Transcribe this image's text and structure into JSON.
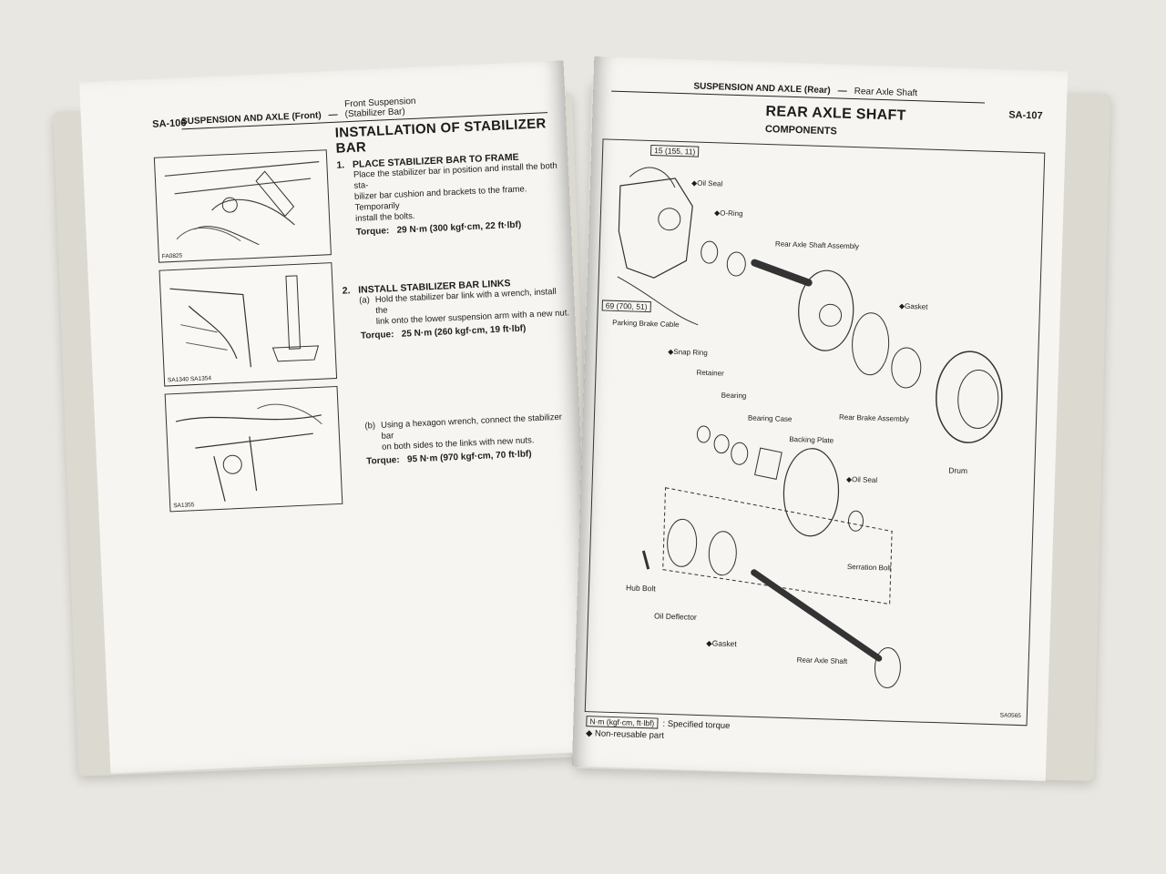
{
  "left_page": {
    "page_number": "SA-106",
    "header": {
      "section": "SUSPENSION AND AXLE (Front)",
      "dash": "—",
      "sub1": "Front Suspension",
      "sub2": "(Stabilizer Bar)"
    },
    "title": "INSTALLATION OF STABILIZER BAR",
    "step1": {
      "num": "1.",
      "title": "PLACE STABILIZER BAR TO FRAME",
      "line1": "Place the stabilizer bar in position and install the both sta-",
      "line2": "bilizer bar cushion and brackets to the frame. Temporarily",
      "line3": "install the bolts.",
      "torque_label": "Torque:",
      "torque_value": "29 N·m (300 kgf·cm, 22 ft·lbf)"
    },
    "step2": {
      "num": "2.",
      "title": "INSTALL STABILIZER BAR LINKS",
      "a_label": "(a)",
      "a_line1": "Hold the stabilizer bar link with a wrench, install the",
      "a_line2": "link onto the lower suspension arm with a new nut.",
      "a_torque_label": "Torque:",
      "a_torque_value": "25 N·m (260 kgf·cm, 19 ft·lbf)",
      "b_label": "(b)",
      "b_line1": "Using a hexagon wrench, connect the stabilizer bar",
      "b_line2": "on both sides to the links with new nuts.",
      "b_torque_label": "Torque:",
      "b_torque_value": "95 N·m (970 kgf·cm, 70 ft·lbf)"
    },
    "figures": [
      "FA0825",
      "SA1340 SA1354",
      "SA1355"
    ]
  },
  "right_page": {
    "page_number": "SA-107",
    "header": {
      "section": "SUSPENSION AND AXLE (Rear)",
      "dash": "—",
      "sub": "Rear Axle Shaft"
    },
    "title": "REAR AXLE SHAFT",
    "subtitle": "COMPONENTS",
    "labels": {
      "torque1": "15 (155, 11)",
      "torque2": "69 (700, 51)",
      "oil_seal_top": "◆Oil Seal",
      "o_ring": "◆O-Ring",
      "rear_axle_shaft_assembly": "Rear Axle Shaft Assembly",
      "gasket_top": "◆Gasket",
      "parking_brake_cable": "Parking Brake Cable",
      "snap_ring": "◆Snap Ring",
      "retainer": "Retainer",
      "bearing": "Bearing",
      "bearing_case": "Bearing Case",
      "backing_plate": "Backing Plate",
      "rear_brake_assembly": "Rear Brake Assembly",
      "drum": "Drum",
      "oil_seal_mid": "◆Oil Seal",
      "serration_bolt": "Serration Bolt",
      "hub_bolt": "Hub Bolt",
      "oil_deflector": "Oil Deflector",
      "gasket_bottom": "◆Gasket",
      "rear_axle_shaft": "Rear Axle Shaft",
      "fig_code": "SA0565"
    },
    "legend": {
      "torque_box": "N·m (kgf·cm, ft·lbf)",
      "torque_desc": ": Specified torque",
      "nonreusable_symbol": "◆",
      "nonreusable_desc": "Non-reusable part"
    }
  }
}
